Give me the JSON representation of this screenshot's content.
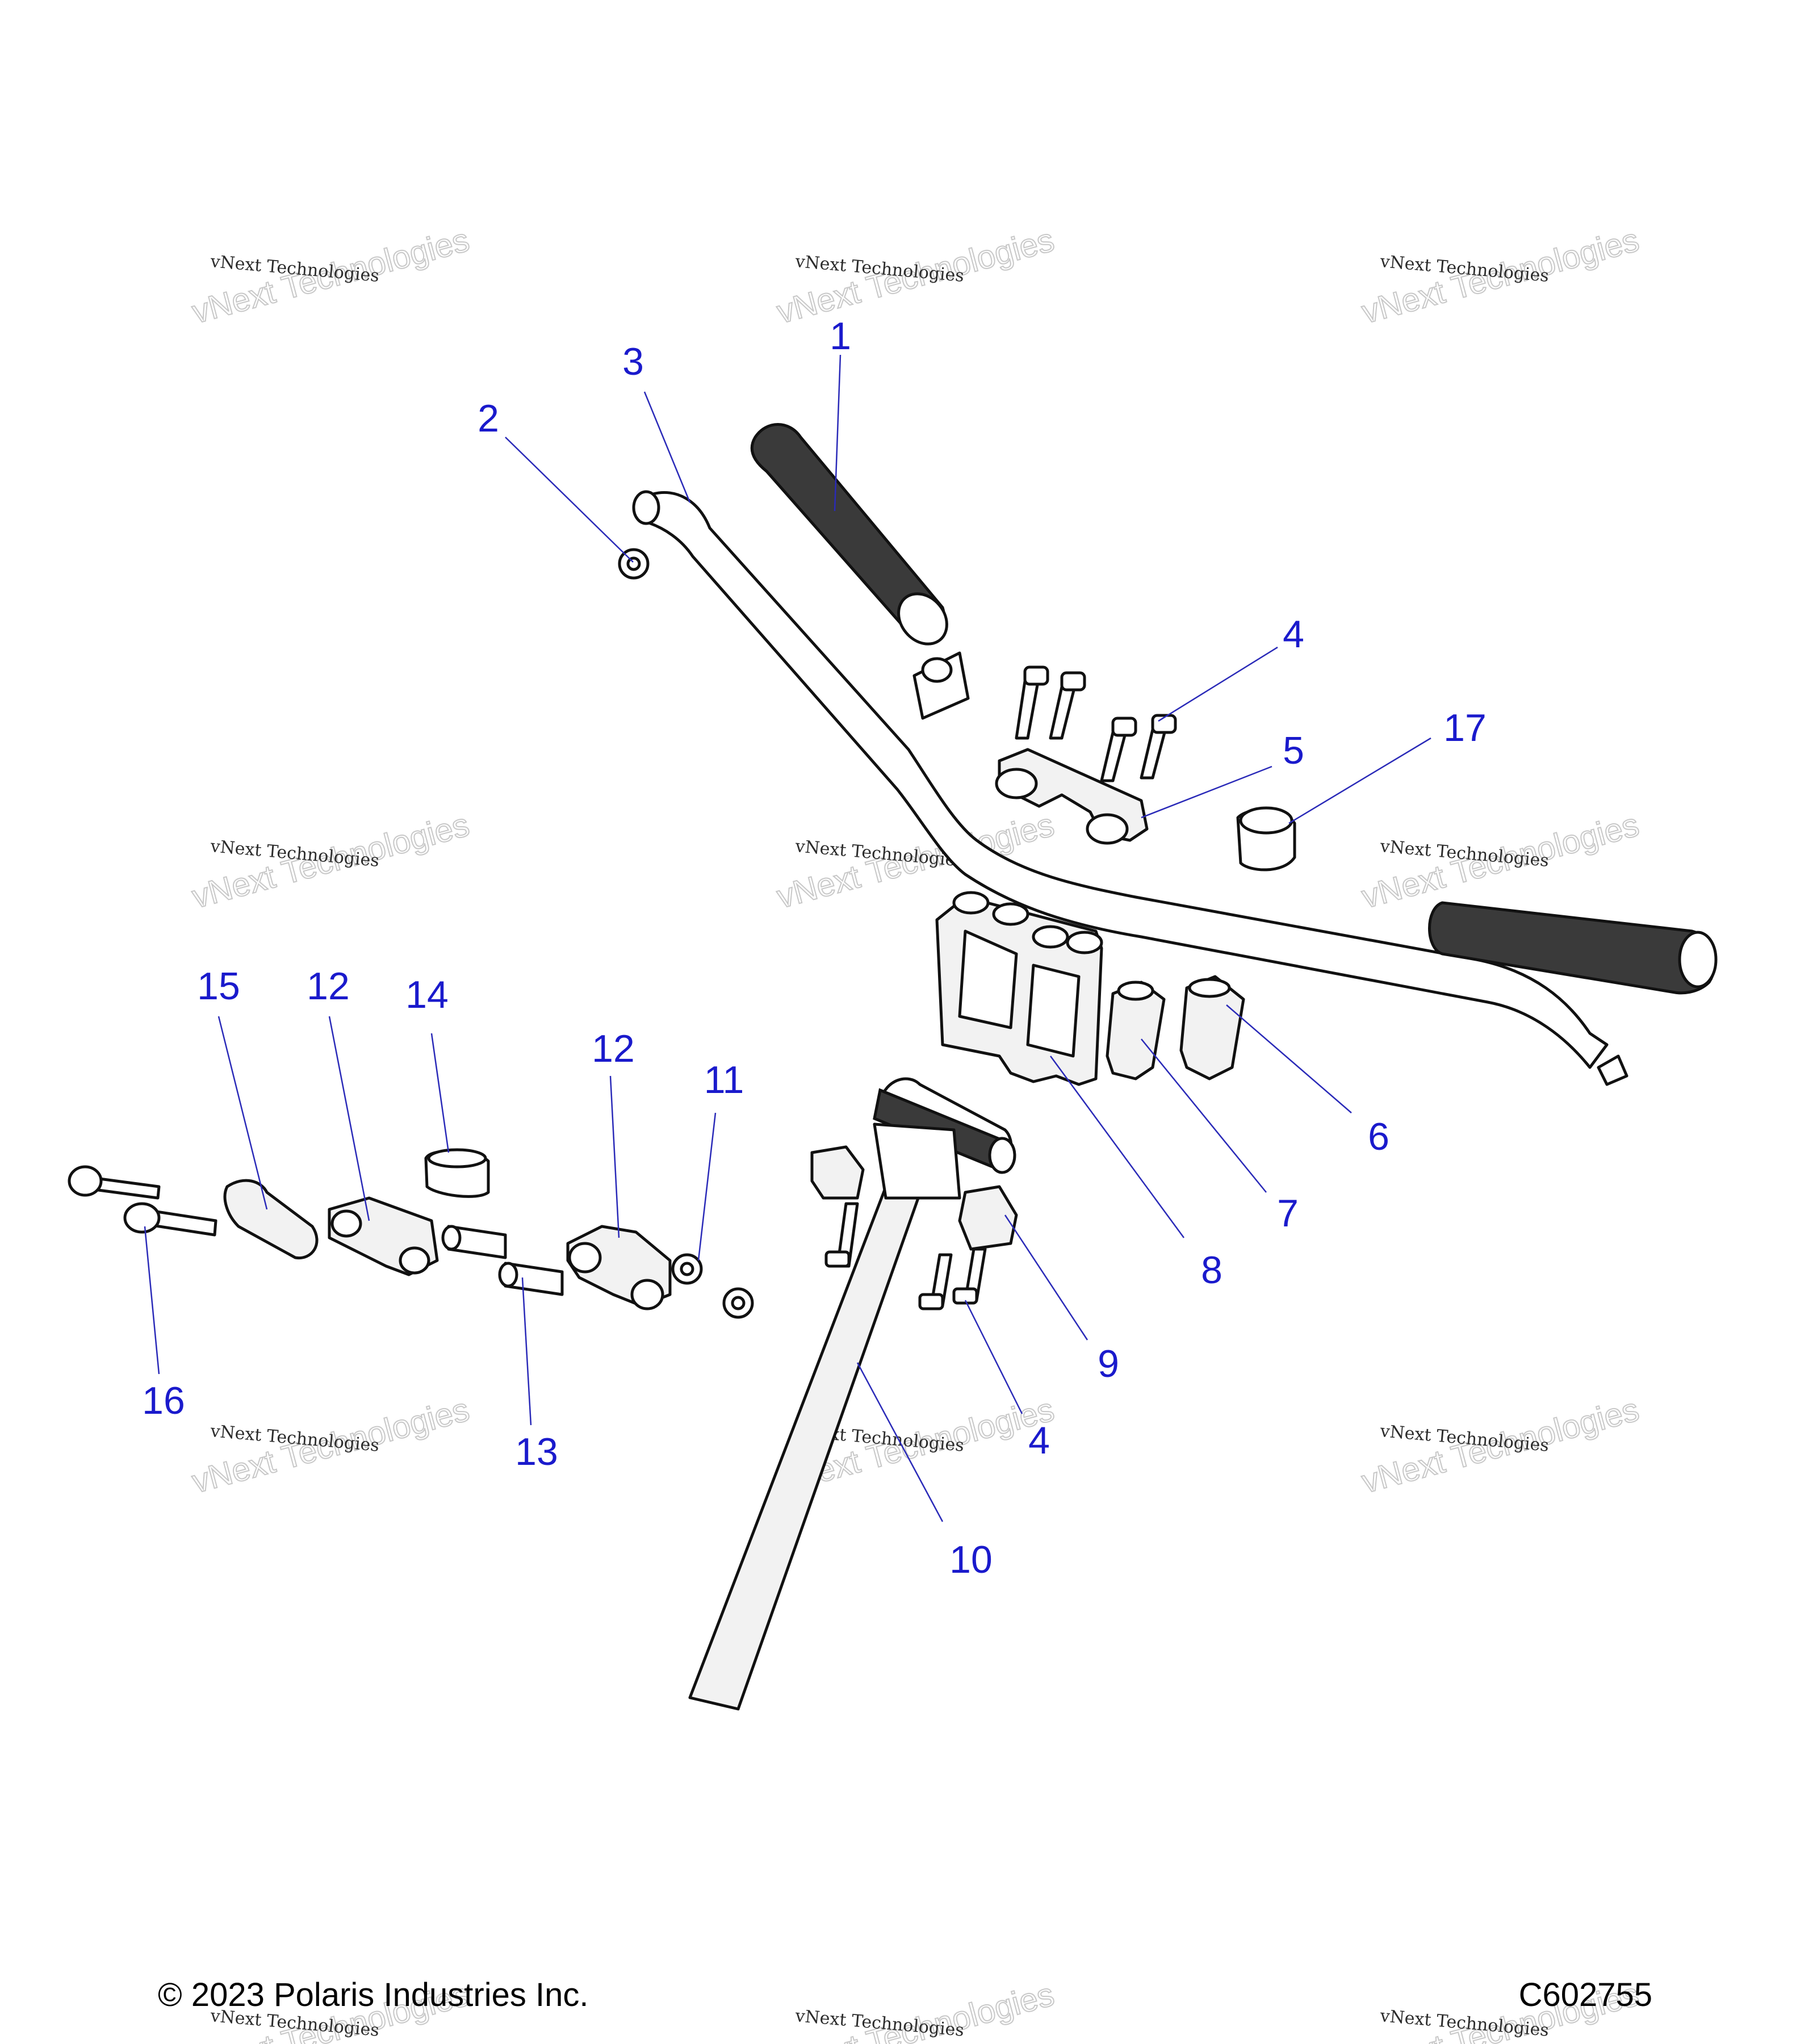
{
  "callouts": [
    {
      "id": "c1",
      "label": "1"
    },
    {
      "id": "c2",
      "label": "2"
    },
    {
      "id": "c3",
      "label": "3"
    },
    {
      "id": "c4a",
      "label": "4"
    },
    {
      "id": "c5",
      "label": "5"
    },
    {
      "id": "c17",
      "label": "17"
    },
    {
      "id": "c15",
      "label": "15"
    },
    {
      "id": "c12a",
      "label": "12"
    },
    {
      "id": "c14",
      "label": "14"
    },
    {
      "id": "c12b",
      "label": "12"
    },
    {
      "id": "c11",
      "label": "11"
    },
    {
      "id": "c6",
      "label": "6"
    },
    {
      "id": "c7",
      "label": "7"
    },
    {
      "id": "c8",
      "label": "8"
    },
    {
      "id": "c9",
      "label": "9"
    },
    {
      "id": "c4b",
      "label": "4"
    },
    {
      "id": "c16",
      "label": "16"
    },
    {
      "id": "c13",
      "label": "13"
    },
    {
      "id": "c10",
      "label": "10"
    }
  ],
  "watermark": {
    "line1": "vNext Technologies",
    "line2": "vNext Technologies"
  },
  "footer": {
    "copyright": "© 2023 Polaris Industries Inc.",
    "drawing_code": "C602755"
  }
}
